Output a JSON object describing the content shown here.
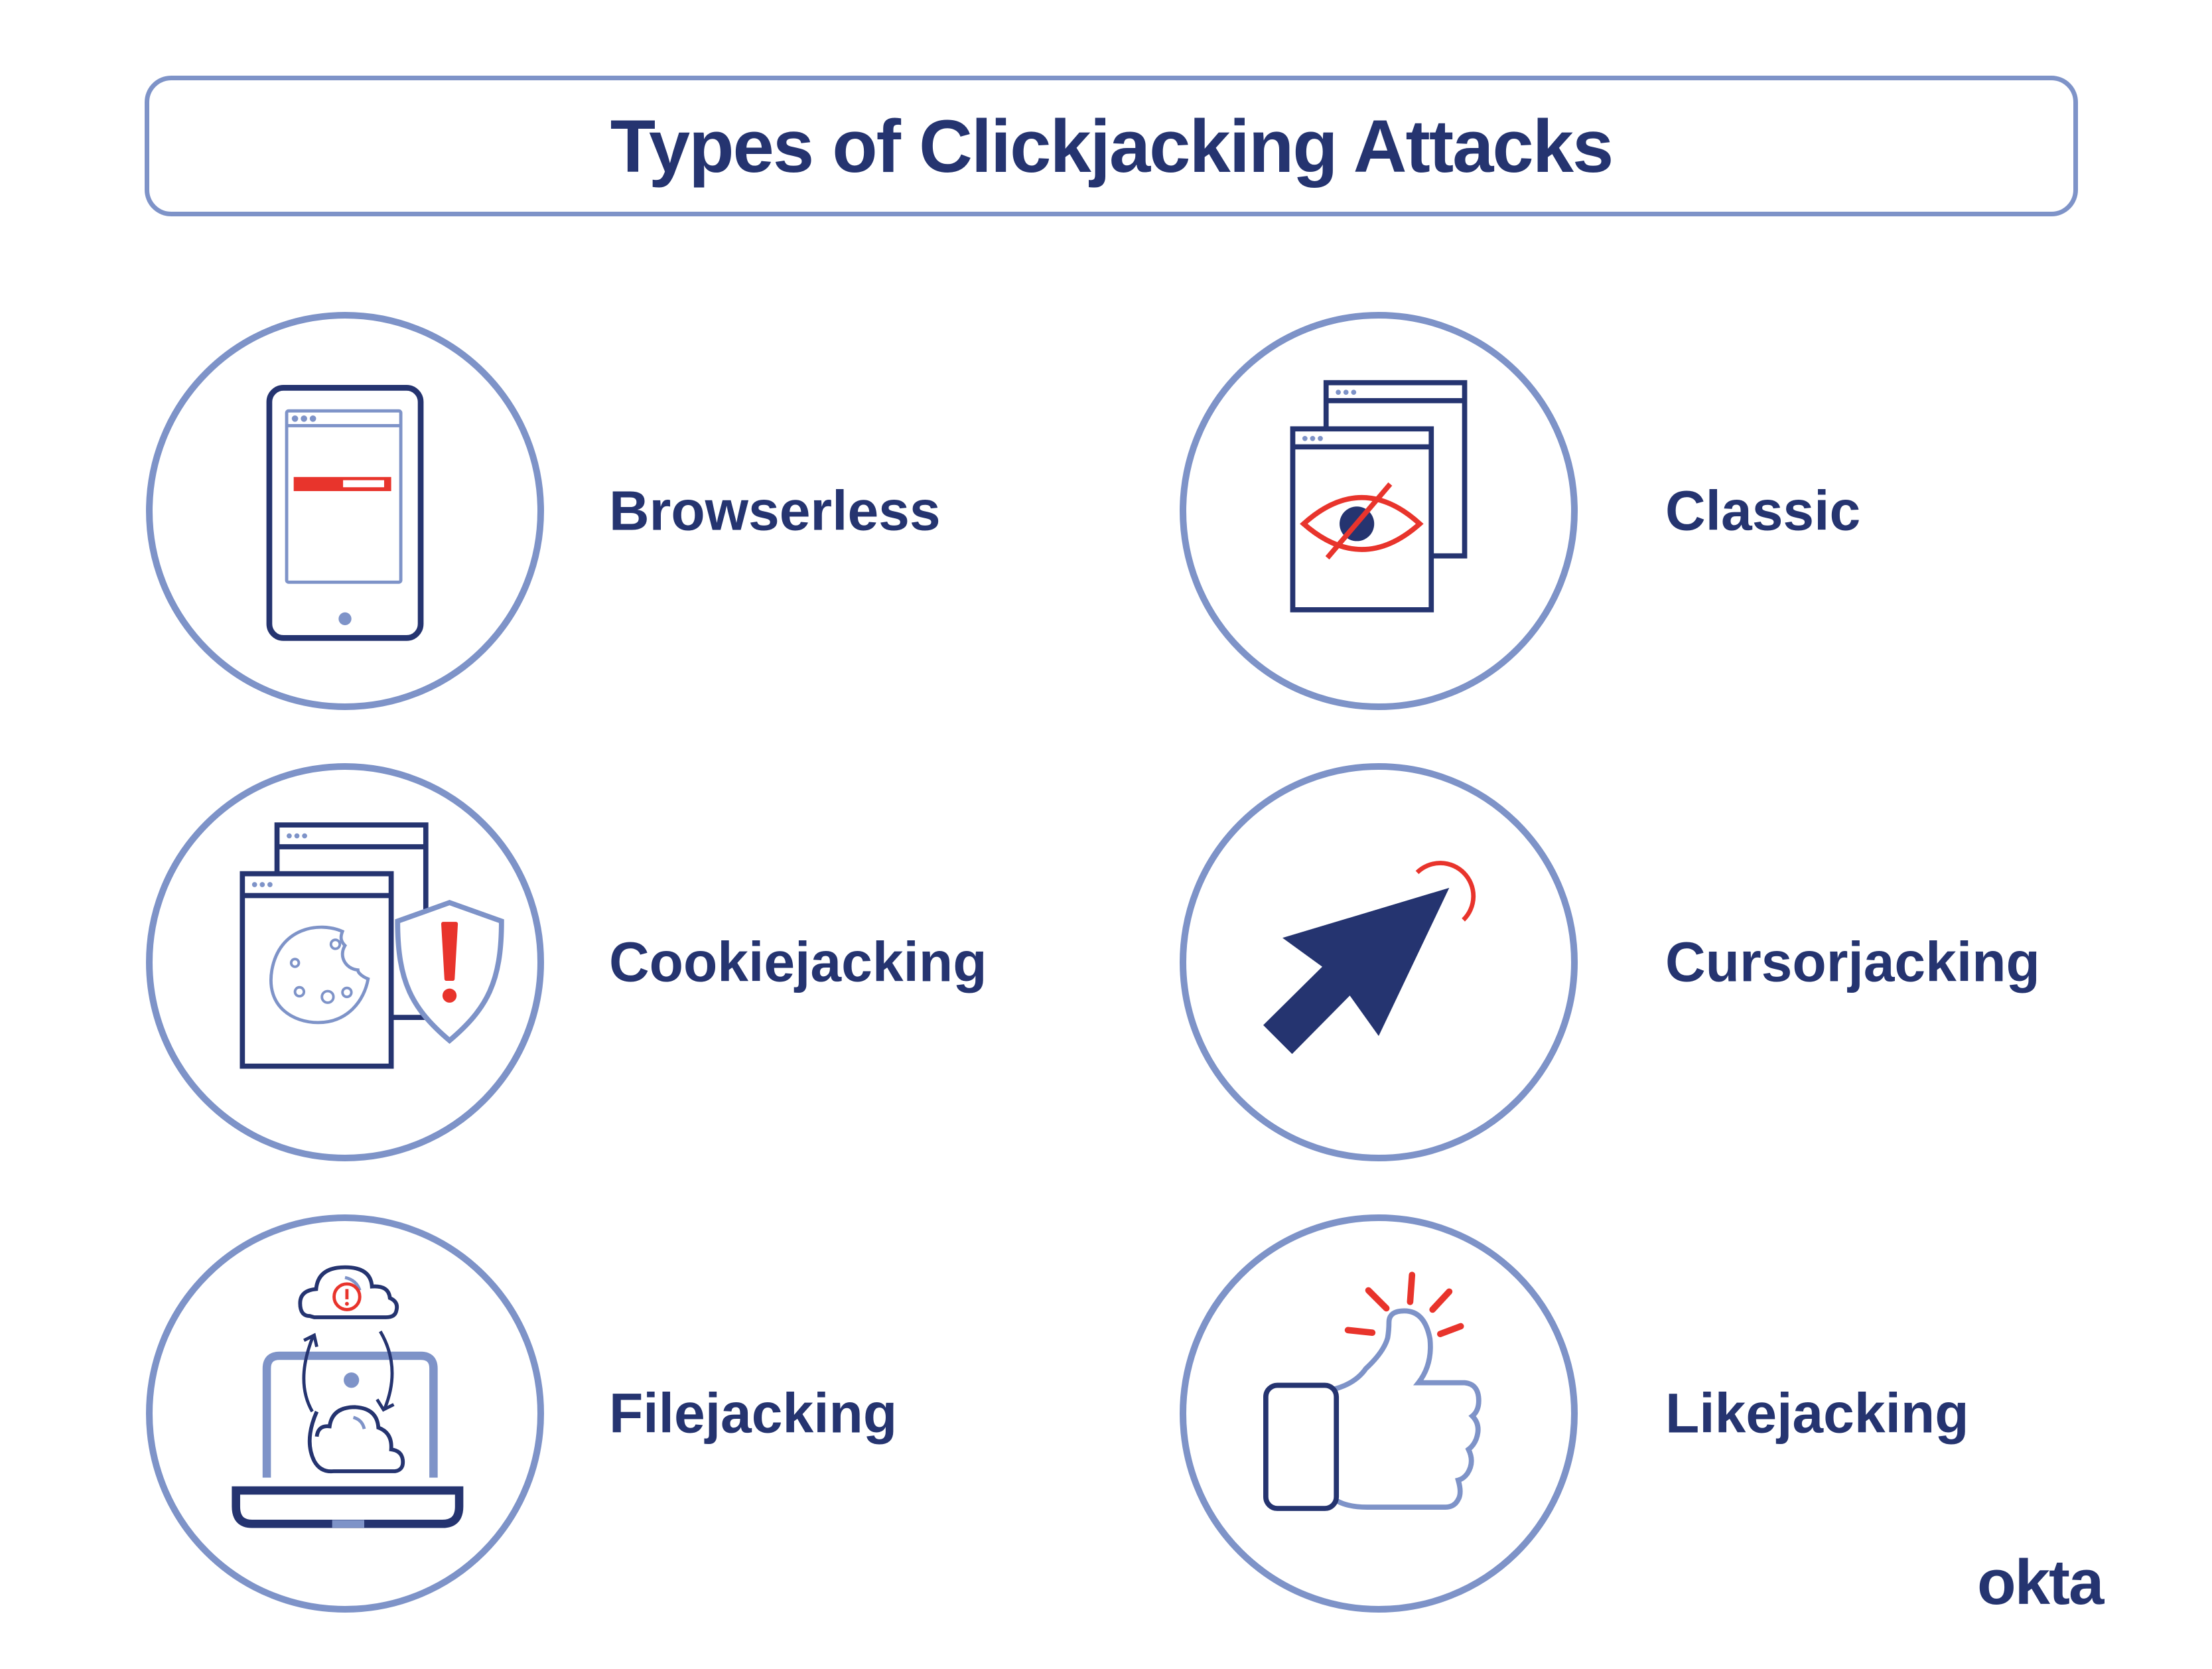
{
  "title": "Types of Clickjacking Attacks",
  "items": [
    {
      "label": "Browserless",
      "icon": "tablet-browser-icon"
    },
    {
      "label": "Classic",
      "icon": "hidden-eye-windows-icon"
    },
    {
      "label": "Cookiejacking",
      "icon": "cookie-shield-alert-icon"
    },
    {
      "label": "Cursorjacking",
      "icon": "cursor-arrow-icon"
    },
    {
      "label": "Filejacking",
      "icon": "laptop-cloud-sync-icon"
    },
    {
      "label": "Likejacking",
      "icon": "thumbs-up-icon"
    }
  ],
  "brand": {
    "logo_text": "okta"
  },
  "colors": {
    "navy": "#253470",
    "periwinkle": "#7e93c8",
    "red": "#e8342c",
    "background": "#ffffff"
  }
}
